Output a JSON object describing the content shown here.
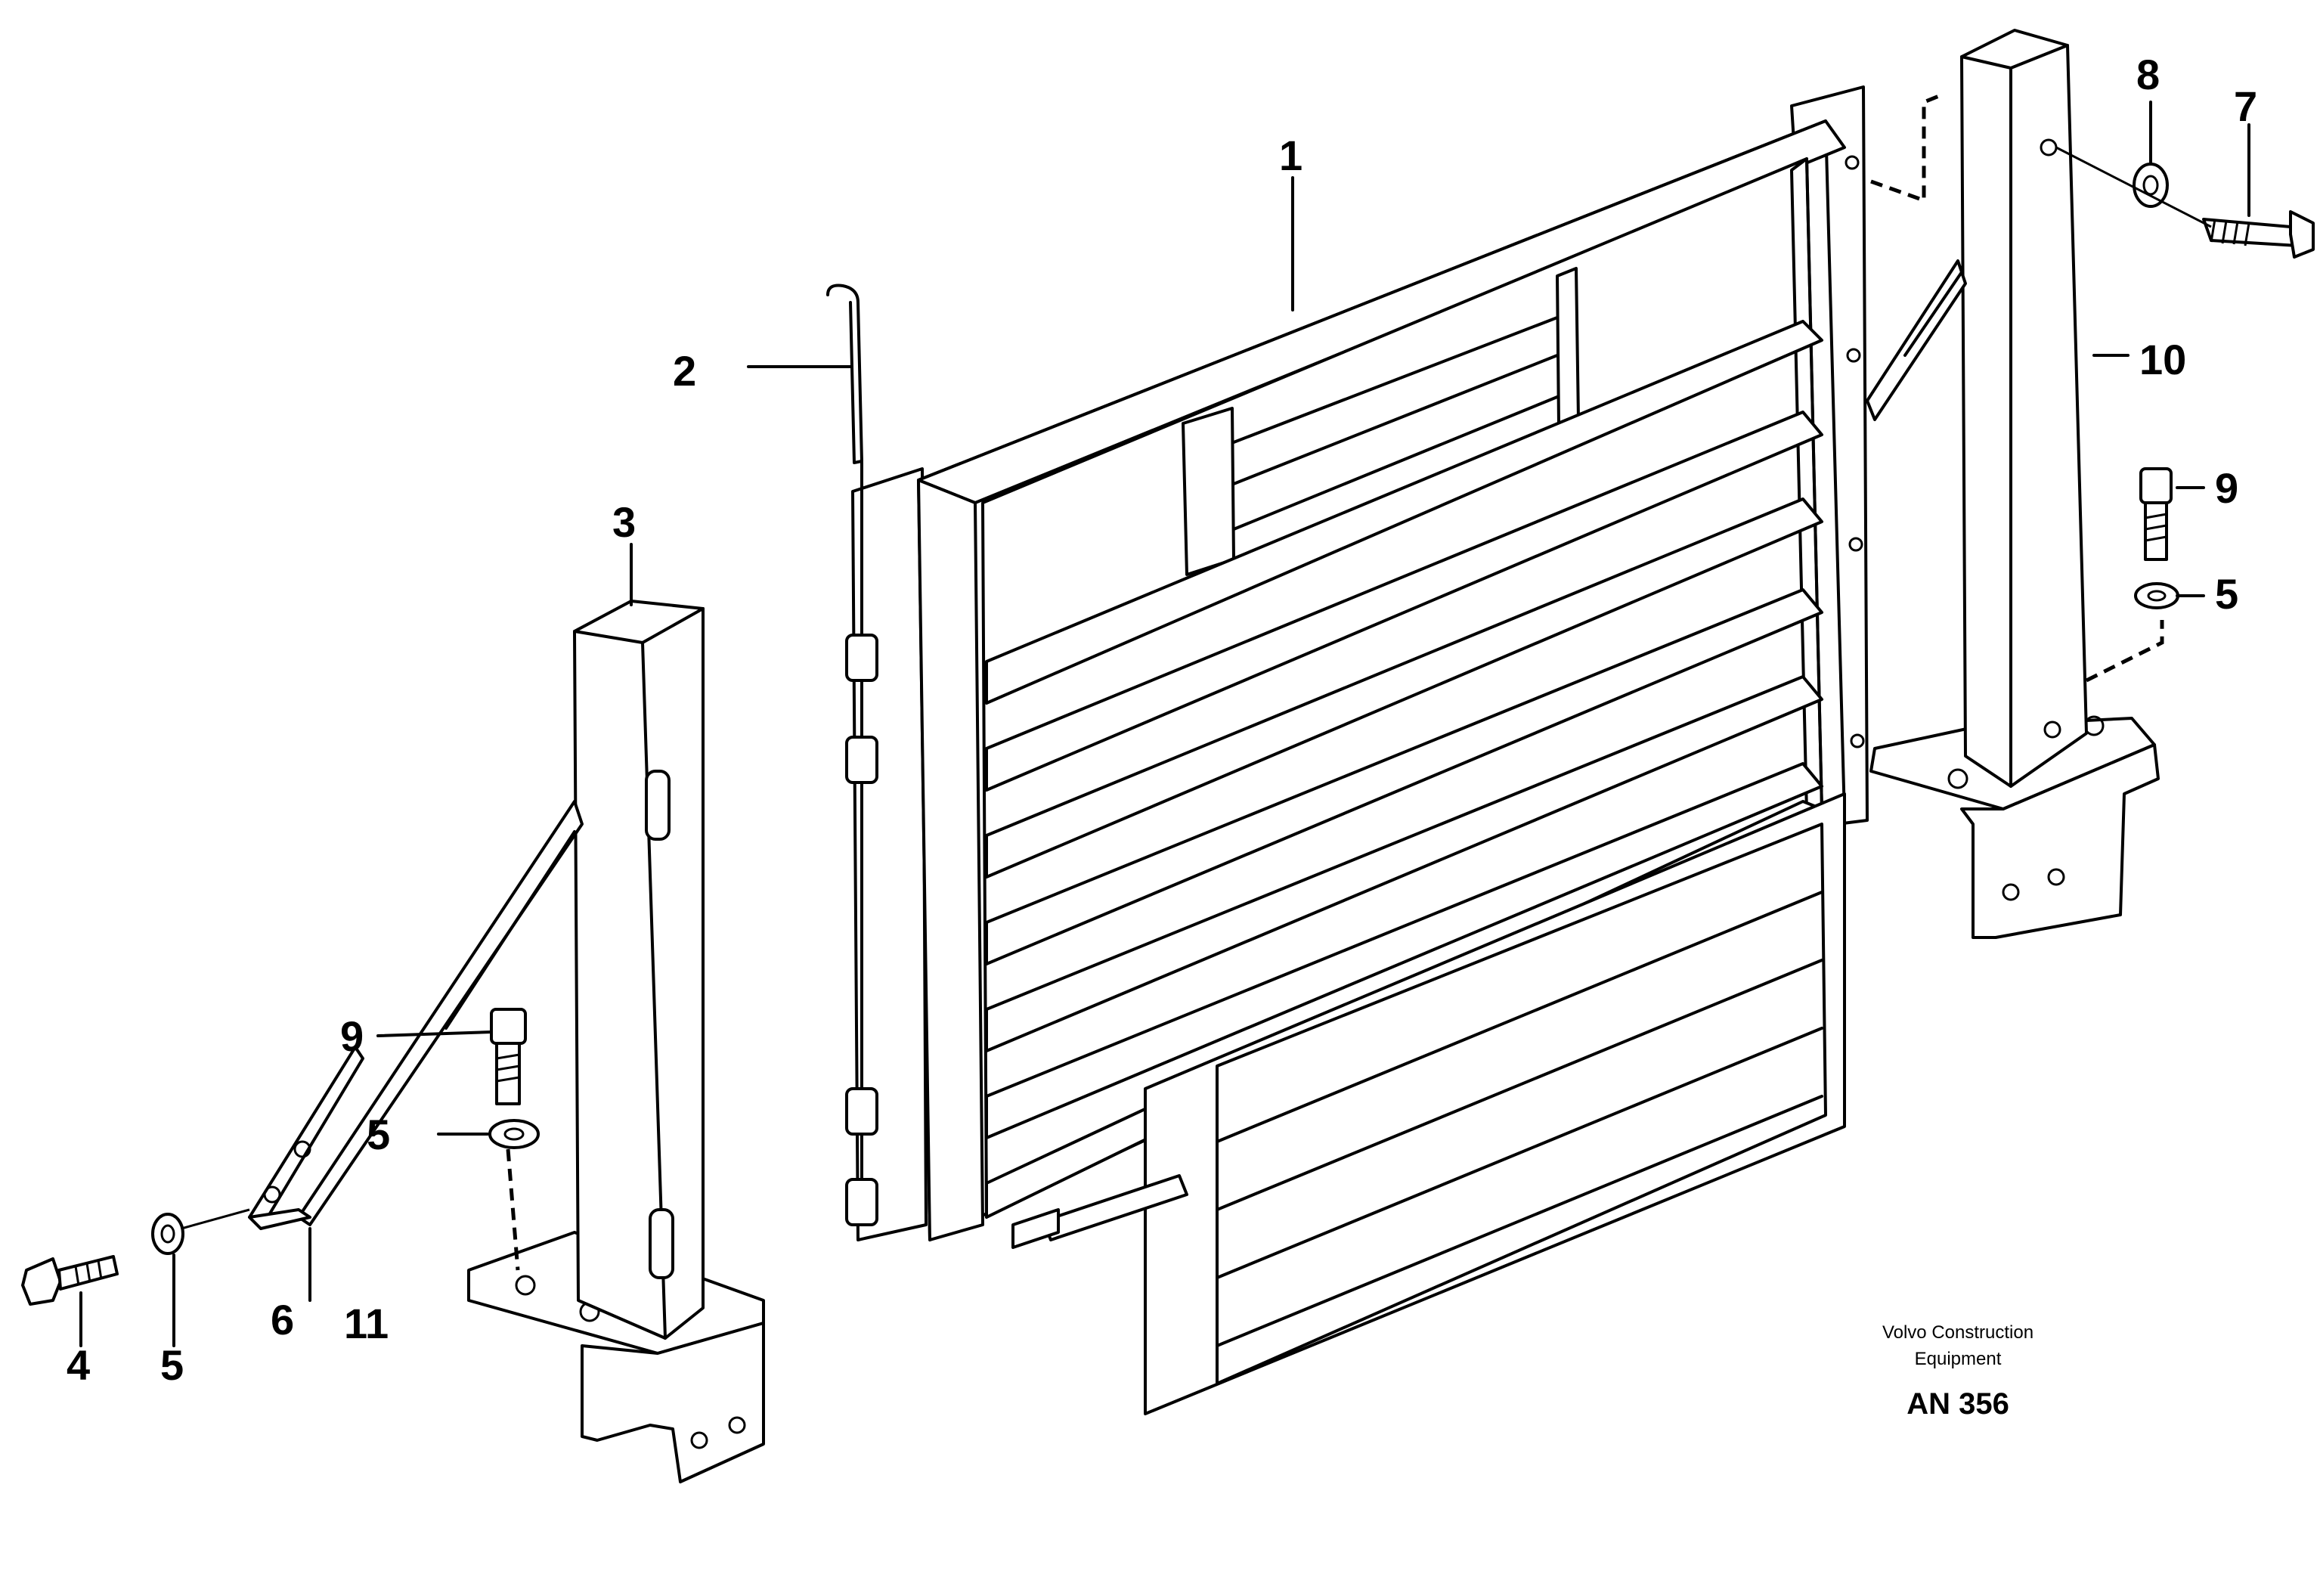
{
  "diagram": {
    "callouts": {
      "c1": "1",
      "c2": "2",
      "c3": "3",
      "c4": "4",
      "c5a": "5",
      "c5b": "5",
      "c5c": "5",
      "c6": "6",
      "c7": "7",
      "c8": "8",
      "c9a": "9",
      "c9b": "9",
      "c10": "10",
      "c11": "11"
    },
    "credit": {
      "line1": "Volvo Construction",
      "line2": "Equipment",
      "code": "AN 356"
    }
  }
}
